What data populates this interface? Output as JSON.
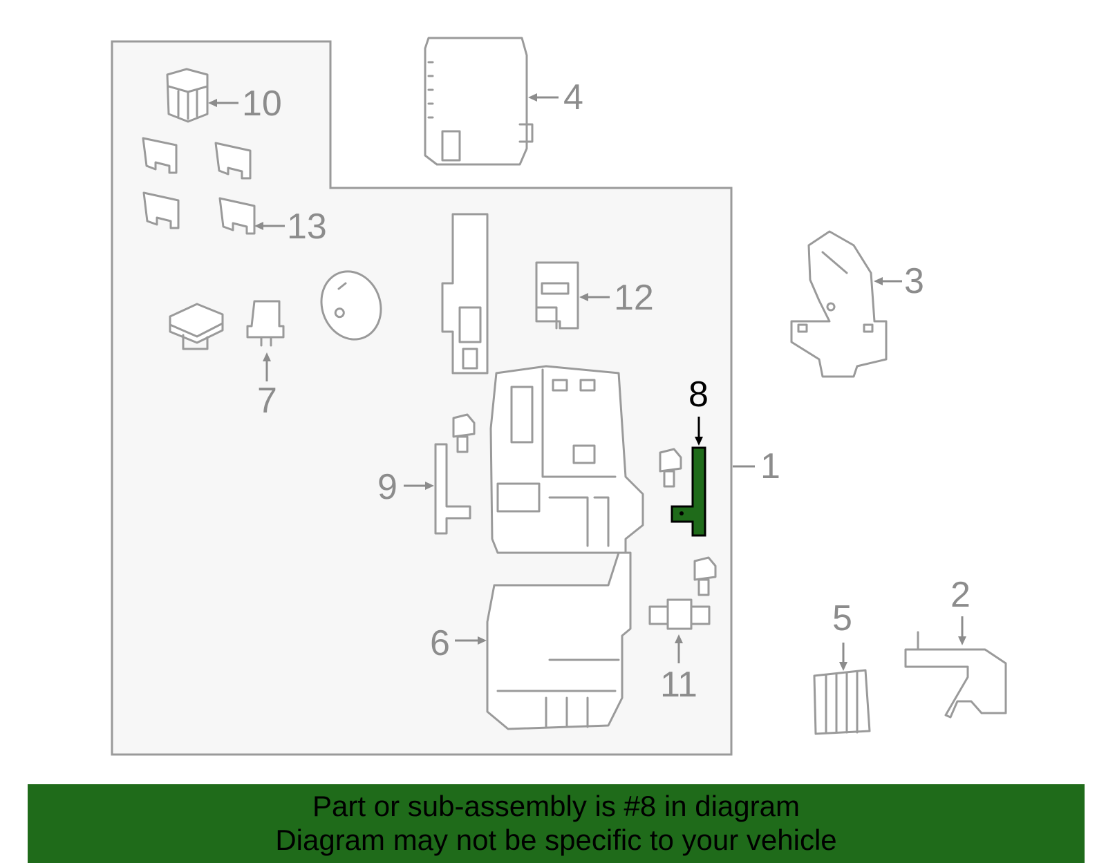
{
  "diagram": {
    "callouts": [
      "1",
      "2",
      "3",
      "4",
      "5",
      "6",
      "7",
      "8",
      "9",
      "10",
      "11",
      "12",
      "13"
    ],
    "highlighted_part": "8",
    "highlight_color": "#1f6b1a",
    "line_color": "#9a9a9a",
    "panel_color": "#f7f7f7"
  },
  "banner": {
    "line1": "Part or sub-assembly is #8 in diagram",
    "line2": "Diagram may not be specific to your vehicle",
    "background": "#1f6b1a"
  }
}
